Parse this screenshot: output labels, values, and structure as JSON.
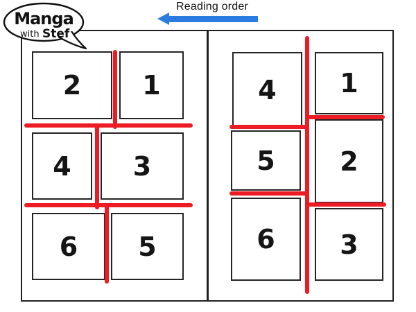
{
  "header": {
    "reading_order_label": "Reading order",
    "arrow_direction": "left"
  },
  "logo": {
    "title": "Manga",
    "sub_prefix": "with",
    "sub_name": "Stef"
  },
  "colors": {
    "red": "#ed1c24",
    "blue": "#2b7ce0",
    "line": "#1f1f1f"
  },
  "left_page": {
    "rows": [
      [
        "2",
        "1"
      ],
      [
        "4",
        "3"
      ],
      [
        "6",
        "5"
      ]
    ]
  },
  "right_page": {
    "col_left": [
      "4",
      "5",
      "6"
    ],
    "col_right": [
      "1",
      "2",
      "3"
    ]
  }
}
